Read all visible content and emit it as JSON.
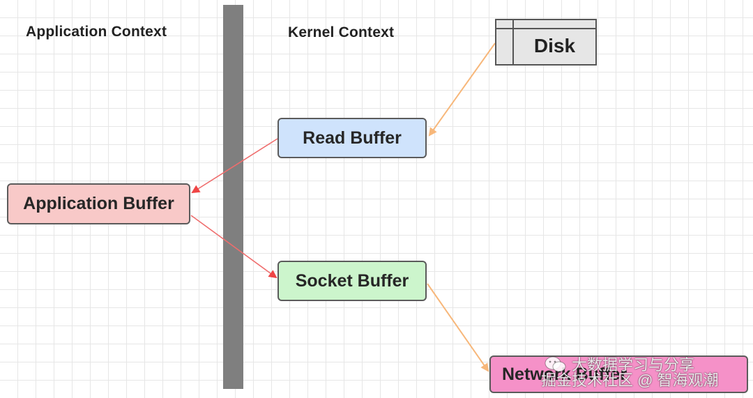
{
  "contexts": {
    "application": "Application Context",
    "kernel": "Kernel Context"
  },
  "nodes": {
    "disk": "Disk",
    "read_buffer": "Read Buffer",
    "application_buffer": "Application Buffer",
    "socket_buffer": "Socket Buffer",
    "network_buffer": "Network Buffer"
  },
  "colors": {
    "read_buffer": "#cfe3fc",
    "application_buffer": "#f8c9c8",
    "socket_buffer": "#ccf5cc",
    "network_buffer": "#f591c8",
    "disk": "#e6e6e6",
    "divider": "#7f7f7f",
    "red_arrow": "#ef5a5a",
    "orange_arrow": "#f7b77a"
  },
  "edges": [
    {
      "from": "disk",
      "to": "read_buffer",
      "color": "orange"
    },
    {
      "from": "read_buffer",
      "to": "application_buffer",
      "color": "red"
    },
    {
      "from": "application_buffer",
      "to": "socket_buffer",
      "color": "red"
    },
    {
      "from": "socket_buffer",
      "to": "network_buffer",
      "color": "orange"
    }
  ],
  "watermark": {
    "line1": "大数据学习与分享",
    "line2": "掘金技术社区 @ 智海观潮",
    "icon": "wechat-icon"
  }
}
